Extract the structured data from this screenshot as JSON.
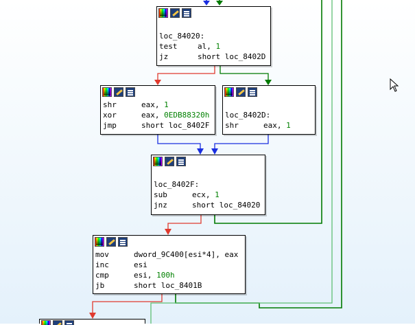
{
  "graph": {
    "nodes": [
      {
        "id": "n1",
        "lines": [
          {
            "type": "blank"
          },
          {
            "type": "label",
            "text": "loc_84020:"
          },
          {
            "type": "ins",
            "mnem": "test",
            "ops": [
              {
                "t": "al, "
              },
              {
                "t": "1",
                "imm": true
              }
            ]
          },
          {
            "type": "ins",
            "mnem": "jz",
            "ops": [
              {
                "t": "short loc_8402D"
              }
            ]
          }
        ]
      },
      {
        "id": "n2",
        "lines": [
          {
            "type": "ins",
            "mnem": "shr",
            "ops": [
              {
                "t": "eax, "
              },
              {
                "t": "1",
                "imm": true
              }
            ]
          },
          {
            "type": "ins",
            "mnem": "xor",
            "ops": [
              {
                "t": "eax, "
              },
              {
                "t": "0EDB88320h",
                "imm": true
              }
            ]
          },
          {
            "type": "ins",
            "mnem": "jmp",
            "ops": [
              {
                "t": "short loc_8402F"
              }
            ]
          }
        ]
      },
      {
        "id": "n3",
        "lines": [
          {
            "type": "blank"
          },
          {
            "type": "label",
            "text": "loc_8402D:"
          },
          {
            "type": "ins",
            "mnem": "shr",
            "ops": [
              {
                "t": "eax, "
              },
              {
                "t": "1",
                "imm": true
              }
            ]
          }
        ]
      },
      {
        "id": "n4",
        "lines": [
          {
            "type": "blank"
          },
          {
            "type": "label",
            "text": "loc_8402F:"
          },
          {
            "type": "ins",
            "mnem": "sub",
            "ops": [
              {
                "t": "ecx, "
              },
              {
                "t": "1",
                "imm": true
              }
            ]
          },
          {
            "type": "ins",
            "mnem": "jnz",
            "ops": [
              {
                "t": "short loc_84020"
              }
            ]
          }
        ]
      },
      {
        "id": "n5",
        "lines": [
          {
            "type": "ins",
            "mnem": "mov",
            "ops": [
              {
                "t": "dword_9C400[esi*4], eax"
              }
            ]
          },
          {
            "type": "ins",
            "mnem": "inc",
            "ops": [
              {
                "t": "esi"
              }
            ]
          },
          {
            "type": "ins",
            "mnem": "cmp",
            "ops": [
              {
                "t": "esi, "
              },
              {
                "t": "100h",
                "imm": true
              }
            ]
          },
          {
            "type": "ins",
            "mnem": "jb",
            "ops": [
              {
                "t": "short loc_8401B"
              }
            ]
          }
        ]
      },
      {
        "id": "n6",
        "lines": []
      }
    ],
    "edge_colors": {
      "true_branch": "#007a00",
      "false_branch": "#e03a2e",
      "unconditional": "#1a2ee0",
      "back_edge": "#007a00",
      "back_edge_faded": "#5fbf73"
    },
    "node_toolbar_icons": [
      "color-icon",
      "rename-icon",
      "graph-icon"
    ]
  }
}
